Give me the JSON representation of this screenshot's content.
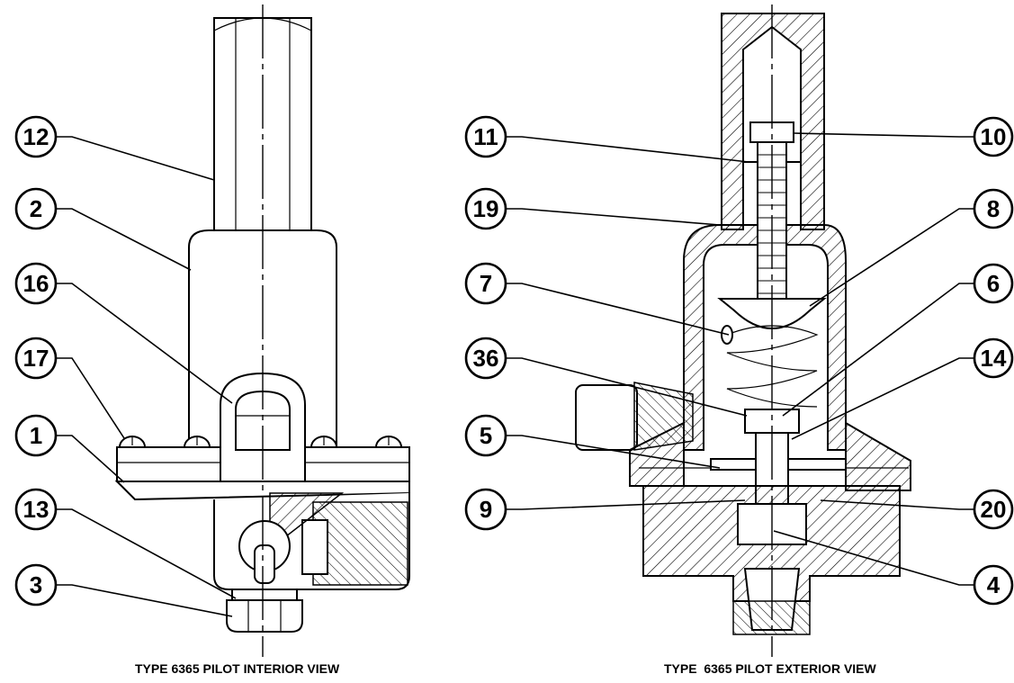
{
  "left_view": {
    "caption": "TYPE 6365 PILOT INTERIOR VIEW",
    "callouts": [
      "12",
      "2",
      "16",
      "17",
      "1",
      "13",
      "3"
    ]
  },
  "right_view": {
    "caption": "TYPE  6365 PILOT EXTERIOR VIEW",
    "callouts_left": [
      "11",
      "19",
      "7",
      "36",
      "5",
      "9"
    ],
    "callouts_right": [
      "10",
      "8",
      "6",
      "14",
      "20",
      "4"
    ]
  },
  "colors": {
    "line": "#000000",
    "background": "#ffffff"
  }
}
